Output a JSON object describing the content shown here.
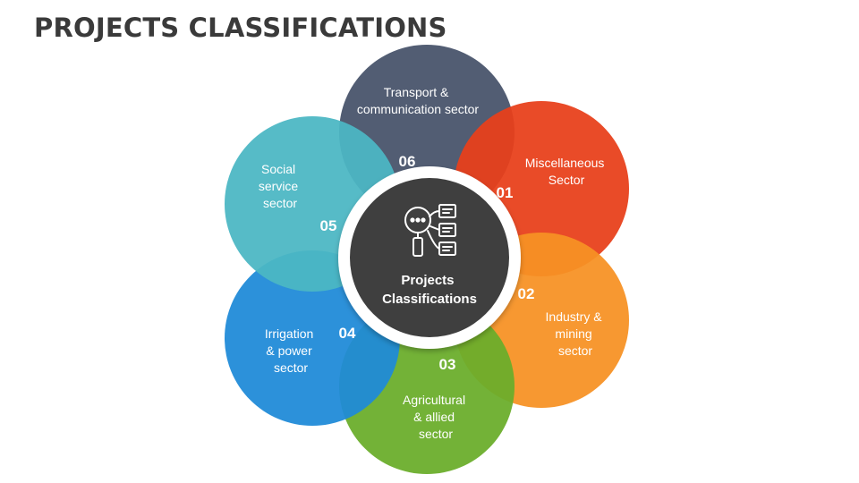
{
  "title": "PROJECTS CLASSIFICATIONS",
  "center": {
    "lines": [
      "Projects",
      "Classifications"
    ],
    "icon": "magnifier-document-list-icon",
    "color": "#3f3f3f"
  },
  "sectors": [
    {
      "number": "01",
      "lines": [
        "Miscellaneous",
        "Sector"
      ],
      "color": "#e8401b"
    },
    {
      "number": "02",
      "lines": [
        "Industry &",
        "mining",
        "sector"
      ],
      "color": "#f79224"
    },
    {
      "number": "03",
      "lines": [
        "Agricultural",
        "& allied",
        "sector"
      ],
      "color": "#6aad2b"
    },
    {
      "number": "04",
      "lines": [
        "Irrigation",
        "& power",
        "sector"
      ],
      "color": "#1f8ad8"
    },
    {
      "number": "05",
      "lines": [
        "Social",
        "service",
        "sector"
      ],
      "color": "#4bb7c3"
    },
    {
      "number": "06",
      "lines": [
        "Transport &",
        "communication sector"
      ],
      "color": "#47536a"
    }
  ]
}
